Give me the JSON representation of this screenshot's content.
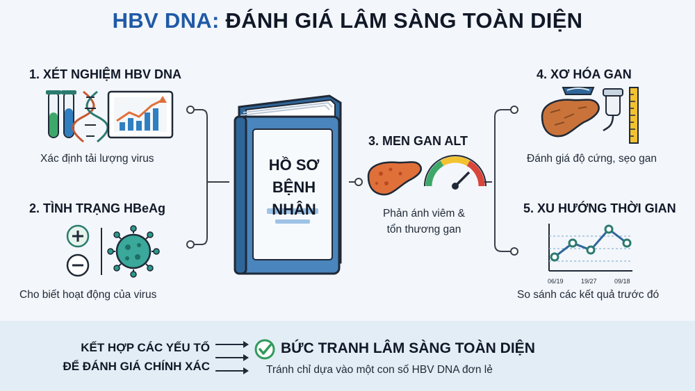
{
  "title": {
    "highlight": "HBV DNA:",
    "rest": "ĐÁNH GIÁ LÂM SÀNG TOÀN DIỆN"
  },
  "center": {
    "line1": "HỒ SƠ",
    "line2": "BỆNH NHÂN"
  },
  "sections": {
    "s1": {
      "title": "1. XÉT NGHIỆM HBV DNA",
      "desc": "Xác định tải lượng virus"
    },
    "s2": {
      "title": "2. TÌNH TRẠNG HBeAg",
      "desc": "Cho biết hoạt động của virus"
    },
    "s3": {
      "title": "3. MEN GAN ALT",
      "desc_line1": "Phản ánh viêm &",
      "desc_line2": "tổn thương gan"
    },
    "s4": {
      "title": "4. XƠ HÓA GAN",
      "desc": "Đánh giá độ cứng, sẹo gan"
    },
    "s5": {
      "title": "5. XU HƯỚNG THỜI GIAN",
      "desc": "So sánh các kết quả trước đó"
    }
  },
  "trend_chart": {
    "x_labels": [
      "06/19",
      "19/27",
      "09/18"
    ],
    "values": [
      1,
      3,
      2,
      5,
      3
    ]
  },
  "footer": {
    "left_line1": "KẾT HỢP CÁC YẾU TỐ",
    "left_line2": "ĐỂ ĐÁNH GIÁ CHÍNH XÁC",
    "main": "BỨC TRANH LÂM SÀNG TOÀN DIỆN",
    "sub": "Tránh chỉ dựa vào một con số HBV DNA đơn lẻ"
  },
  "colors": {
    "accent_blue": "#1f5aa6",
    "teal": "#2b7a6f",
    "liver": "#e0703a",
    "book": "#3f7ab0",
    "check_green": "#2f9a5a"
  }
}
